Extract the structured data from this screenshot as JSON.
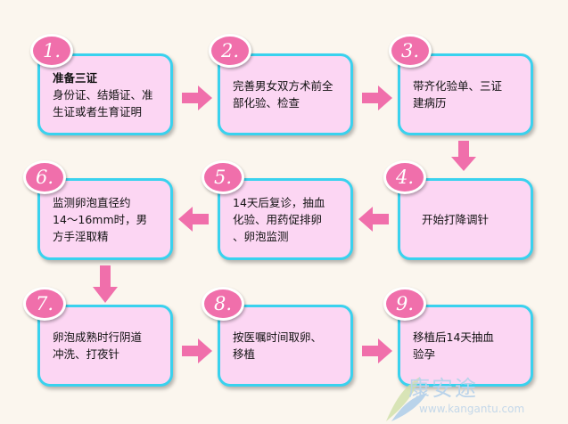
{
  "steps": [
    {
      "number": "1.",
      "heading": "准备三证",
      "lines": [
        "身份证、结婚证、准",
        "生证或者生育证明"
      ]
    },
    {
      "number": "2.",
      "lines": [
        "完善男女双方术前全",
        "部化验、检查"
      ]
    },
    {
      "number": "3.",
      "lines": [
        "带齐化验单、三证",
        "建病历"
      ]
    },
    {
      "number": "4.",
      "lines": [
        "开始打降调针"
      ]
    },
    {
      "number": "5.",
      "lines": [
        "14天后复诊，抽血",
        "化验、用药促排卵",
        "、卵泡监测"
      ]
    },
    {
      "number": "6.",
      "lines": [
        "监测卵泡直径约",
        "14～16mm时，男",
        "方手淫取精"
      ]
    },
    {
      "number": "7.",
      "lines": [
        "卵泡成熟时行阴道",
        "冲洗、打夜针"
      ]
    },
    {
      "number": "8.",
      "lines": [
        "按医嘱时间取卵、",
        "移植"
      ]
    },
    {
      "number": "9.",
      "lines": [
        "移植后14天抽血",
        "验孕"
      ]
    }
  ],
  "watermark": {
    "logo_text": "康安途",
    "url": "www.kangantu.com"
  },
  "colors": {
    "box_fill": "#fcd6f3",
    "box_border": "#39d2ee",
    "badge": "#f06fab",
    "arrow": "#f06fab"
  }
}
